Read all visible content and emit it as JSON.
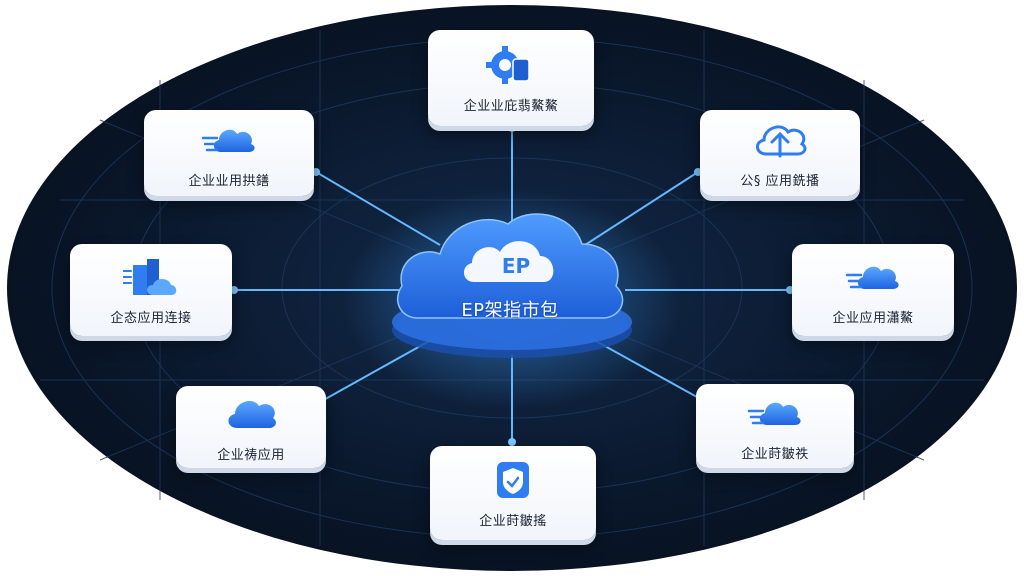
{
  "hub": {
    "label": "EP架指市包",
    "logo_text": "EP",
    "icon": "cloud-icon"
  },
  "nodes": [
    {
      "label": "企业业庇翡鰲鰲",
      "icon": "gear-device-icon"
    },
    {
      "label": "企业业用拱鐥",
      "icon": "cloud-speed-icon"
    },
    {
      "label": "公§ 应用銑播",
      "icon": "cloud-upload-icon"
    },
    {
      "label": "企态应用连接",
      "icon": "building-cloud-icon"
    },
    {
      "label": "企业应用瀟鰲",
      "icon": "cloud-speed-icon"
    },
    {
      "label": "企业祷应用",
      "icon": "cloud-icon"
    },
    {
      "label": "企业莳皺祑",
      "icon": "cloud-speed-icon"
    },
    {
      "label": "企业莳皺搖",
      "icon": "shield-app-icon"
    }
  ],
  "colors": {
    "background": "#0a1424",
    "accent": "#2f7df0",
    "line": "#5ab4ff",
    "card": "#ffffff"
  }
}
